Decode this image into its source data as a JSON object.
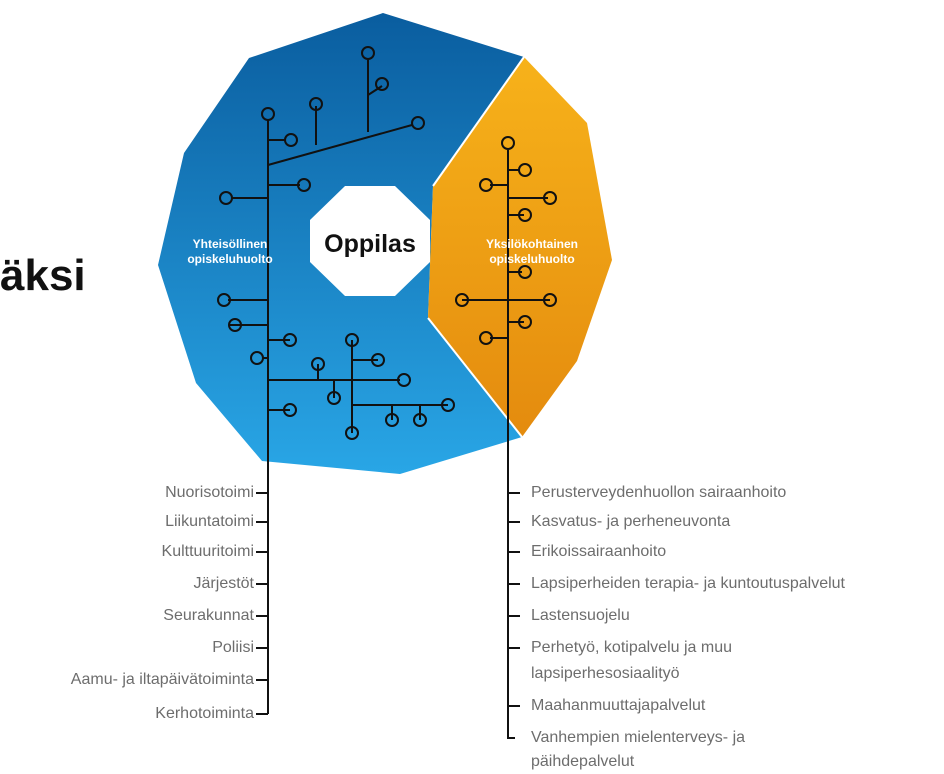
{
  "title_fragment": "äksi",
  "center_label": "Oppilas",
  "left_sector": {
    "line1": "Yhteisöllinen",
    "line2": "opiskeluhuolto",
    "color_top": "#0a5d9f",
    "color_bottom": "#29a6e6"
  },
  "right_sector": {
    "line1": "Yksilökohtainen",
    "line2": "opiskeluhuolto",
    "color_top": "#f7b21a",
    "color_bottom": "#e48b0e"
  },
  "left_list": [
    "Nuorisotoimi",
    "Liikuntatoimi",
    "Kulttuuritoimi",
    "Järjestöt",
    "Seurakunnat",
    "Poliisi",
    "Aamu- ja iltapäivätoiminta",
    "Kerhotoiminta"
  ],
  "right_list": [
    "Perusterveydenhuollon sairaanhoito",
    "Kasvatus- ja perheneuvonta",
    "Erikoissairaanhoito",
    "Lapsiperheiden terapia- ja kuntoutuspalvelut",
    "Lastensuojelu",
    "Perhetyö, kotipalvelu ja muu",
    "lapsiperhesosiaalityö",
    "Maahanmuuttajapalvelut",
    "Vanhempien mielenterveys- ja",
    "päihdepalvelut"
  ]
}
